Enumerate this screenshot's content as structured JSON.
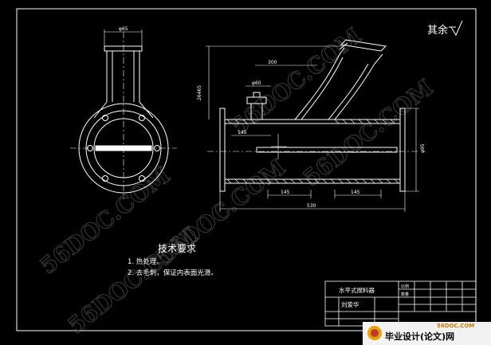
{
  "surface_finish": "其余",
  "dimensions": {
    "top_flange": "φ65",
    "elbow": "300",
    "stub": "φ60",
    "height": "26465",
    "left_gap": "145",
    "diameter": "φ95",
    "span1": "145",
    "span2": "145",
    "length": "530"
  },
  "tech_requirements": {
    "title": "技术要求",
    "items": [
      "1. 热处理。",
      "2. 去毛刺，保证内表面光滑。"
    ]
  },
  "title_block": {
    "part_name": "水平式搅料器",
    "designer": "刘爱华",
    "scale_label": "比例",
    "qty_label": "数量"
  },
  "watermarks": [
    "56DOC.COM",
    "56DOC.COM",
    "56DOC.COM",
    "56DOC.COM",
    "56DOC.COM"
  ],
  "footer": {
    "site": "56DOC.COM",
    "brand": "毕业设计(论文)网"
  }
}
